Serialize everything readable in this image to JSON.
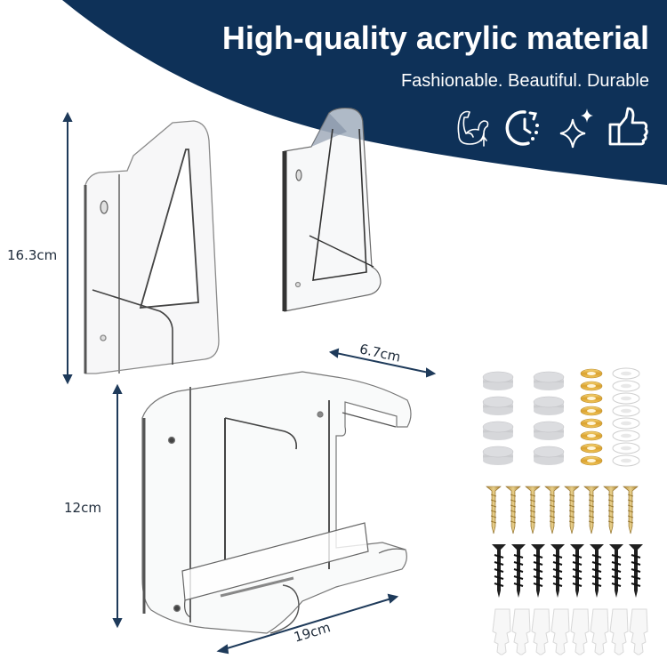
{
  "header": {
    "title": "High-quality acrylic material",
    "subtitle": "Fashionable. Beautiful. Durable",
    "band_color": "#0e3158",
    "text_color": "#ffffff",
    "icons": [
      {
        "name": "strong-arm-icon"
      },
      {
        "name": "clock-refresh-icon"
      },
      {
        "name": "sparkle-icon"
      },
      {
        "name": "thumbs-up-icon"
      }
    ]
  },
  "dimensions": {
    "height_tall": "16.3cm",
    "height_short": "12cm",
    "depth": "6.7cm",
    "width": "19cm",
    "arrow_color": "#1e3a5a"
  },
  "accessories": {
    "caps_silver_count": 8,
    "gold_washers_count": 8,
    "white_washers_count": 8,
    "gold_screws_count": 8,
    "black_screws_count": 8,
    "wall_anchors_count": 8
  }
}
